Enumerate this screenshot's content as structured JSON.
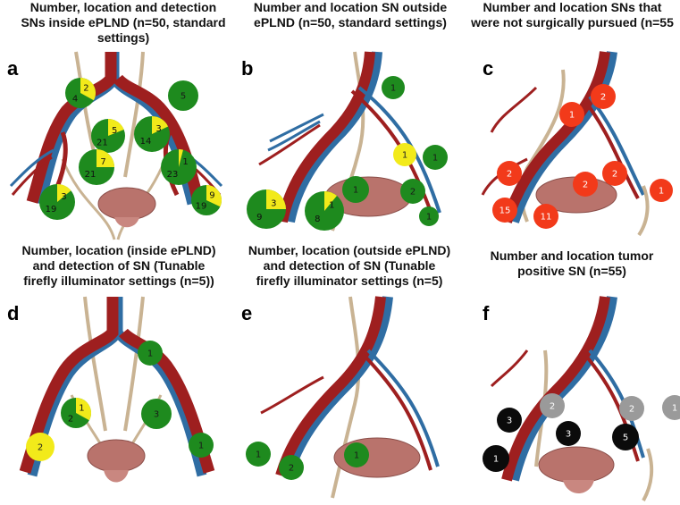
{
  "colors": {
    "green": "#1e8a1e",
    "yellow": "#f2ea1a",
    "red": "#f23a1a",
    "black": "#0b0b0b",
    "gray": "#9a9a9a",
    "artery": "#9e1f1f",
    "vein": "#2f6da3",
    "nerve": "#c9b393",
    "bladder": "#b9736c"
  },
  "panels": [
    {
      "letter": "a",
      "title_lines": [
        "Number, location and detection",
        "SNs inside ePLND (n=50, standard",
        "settings)"
      ],
      "markers": [
        {
          "label": "4",
          "label2": "2",
          "color": "green",
          "yellow_frac": 0.33
        },
        {
          "label": "5",
          "color": "green"
        },
        {
          "label": "21",
          "label2": "5",
          "color": "green",
          "yellow_frac": 0.19
        },
        {
          "label": "14",
          "label2": "3",
          "color": "green",
          "yellow_frac": 0.18
        },
        {
          "label": "21",
          "label2": "7",
          "color": "green",
          "yellow_frac": 0.25
        },
        {
          "label": "23",
          "label2": "1",
          "color": "green",
          "yellow_frac": 0.04
        },
        {
          "label": "19",
          "label2": "3",
          "color": "green",
          "yellow_frac": 0.14
        },
        {
          "label": "19",
          "label2": "9",
          "color": "green",
          "yellow_frac": 0.32
        }
      ]
    },
    {
      "letter": "b",
      "title_lines": [
        "Number and location SN outside",
        "ePLND (n=50, standard settings)"
      ],
      "markers": [
        {
          "label": "1",
          "color": "green"
        },
        {
          "label": "1",
          "color": "yellow"
        },
        {
          "label": "1",
          "color": "green"
        },
        {
          "label": "9",
          "label2": "3",
          "color": "green",
          "yellow_frac": 0.25
        },
        {
          "label": "8",
          "label2": "1",
          "color": "green",
          "yellow_frac": 0.11
        },
        {
          "label": "1",
          "color": "green"
        },
        {
          "label": "2",
          "color": "green"
        },
        {
          "label": "1",
          "color": "green"
        }
      ]
    },
    {
      "letter": "c",
      "title_lines": [
        "Number and location SNs that",
        "were not surgically pursued (n=55"
      ],
      "markers": [
        {
          "label": "2",
          "color": "red"
        },
        {
          "label": "1",
          "color": "red"
        },
        {
          "label": "2",
          "color": "red"
        },
        {
          "label": "2",
          "color": "red"
        },
        {
          "label": "2",
          "color": "red"
        },
        {
          "label": "1",
          "color": "red"
        },
        {
          "label": "15",
          "color": "red"
        },
        {
          "label": "11",
          "color": "red"
        }
      ]
    },
    {
      "letter": "d",
      "title_lines": [
        "Number, location (inside ePLND)",
        "and detection of SN (Tunable",
        "firefly illuminator settings (n=5))"
      ],
      "markers": [
        {
          "label": "1",
          "color": "green"
        },
        {
          "label": "2",
          "label2": "1",
          "color": "green",
          "yellow_frac": 0.33
        },
        {
          "label": "3",
          "color": "green"
        },
        {
          "label": "2",
          "color": "yellow"
        },
        {
          "label": "1",
          "color": "green"
        }
      ]
    },
    {
      "letter": "e",
      "title_lines": [
        "Number, location (outside ePLND)",
        "and detection of SN (Tunable",
        "firefly illuminator settings (n=5)"
      ],
      "markers": [
        {
          "label": "1",
          "color": "green"
        },
        {
          "label": "2",
          "color": "green"
        },
        {
          "label": "1",
          "color": "green"
        }
      ]
    },
    {
      "letter": "f",
      "title_lines": [
        "Number and location tumor",
        "positive SN (n=55)"
      ],
      "markers": [
        {
          "label": "3",
          "color": "black"
        },
        {
          "label": "2",
          "color": "gray"
        },
        {
          "label": "2",
          "color": "gray"
        },
        {
          "label": "1",
          "color": "gray"
        },
        {
          "label": "3",
          "color": "black"
        },
        {
          "label": "5",
          "color": "black"
        },
        {
          "label": "1",
          "color": "black"
        }
      ]
    }
  ]
}
